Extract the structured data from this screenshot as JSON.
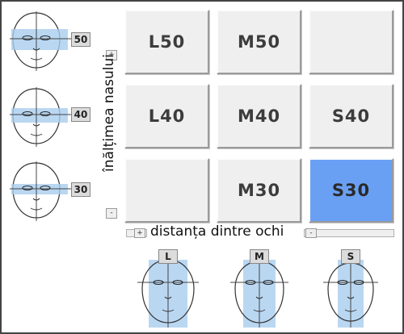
{
  "grid": {
    "rows": [
      [
        "L50",
        "M50",
        ""
      ],
      [
        "L40",
        "M40",
        "S40"
      ],
      [
        "",
        "M30",
        "S30"
      ]
    ],
    "selected": "S30",
    "accent_color": "#6aa0f4"
  },
  "vertical_axis": {
    "label": "înălțimea nasului",
    "plus": "+",
    "minus": "-"
  },
  "horizontal_axis": {
    "label": "distanța dintre ochi",
    "plus": "+",
    "minus": "-"
  },
  "height_options": [
    "50",
    "40",
    "30"
  ],
  "width_options": [
    "L",
    "M",
    "S"
  ],
  "icons": {
    "face": "face-diagram-icon"
  }
}
